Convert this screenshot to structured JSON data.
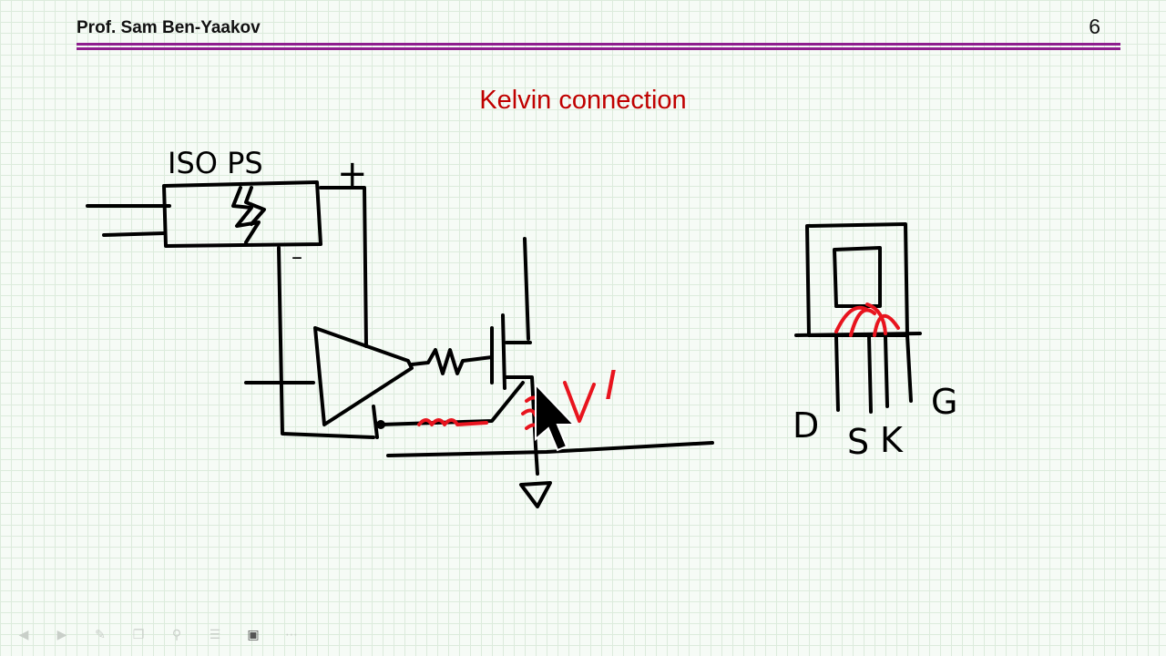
{
  "header": {
    "author": "Prof. Sam Ben-Yaakov",
    "page_number": "6"
  },
  "slide": {
    "title": "Kelvin connection"
  },
  "diagram": {
    "power_supply_label": "ISO PS",
    "plus_label": "+",
    "minus_label": "–",
    "current_label": "I",
    "pin_labels": {
      "drain": "D",
      "source": "S",
      "kelvin": "K",
      "gate": "G"
    }
  },
  "colors": {
    "title_red": "#c00000",
    "ink_red": "#e8141e",
    "rule_purple": "#8e1f8e"
  },
  "toolbar": {
    "icons": [
      "prev-icon",
      "next-icon",
      "pen-icon",
      "copy-icon",
      "zoom-icon",
      "menu-icon",
      "camera-icon",
      "more-icon"
    ]
  }
}
